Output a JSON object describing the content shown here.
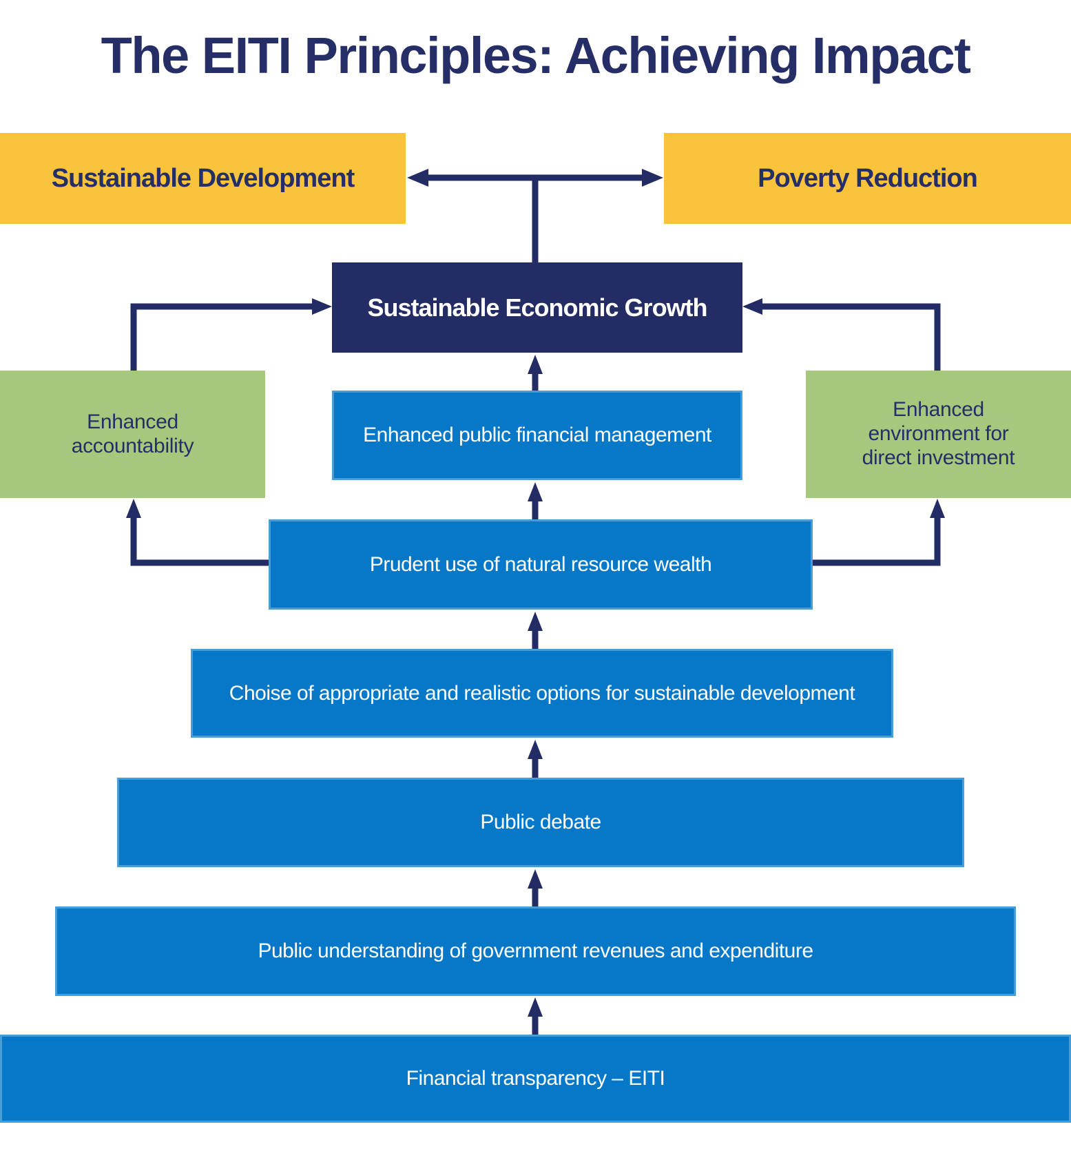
{
  "title": "The EITI Principles: Achieving Impact",
  "palette": {
    "navy": "#232c64",
    "blue": "#0778c8",
    "green": "#a6c87c",
    "yellow": "#f9c43b",
    "text_dark": "#252e66",
    "text_light": "#ffffff",
    "background": "#ffffff"
  },
  "boxes": {
    "sustainable_development": {
      "label": "Sustainable Development",
      "color": "#f9c43b"
    },
    "poverty_reduction": {
      "label": "Poverty Reduction",
      "color": "#f9c43b"
    },
    "economic_growth": {
      "label": "Sustainable Economic Growth",
      "color": "#232c64"
    },
    "accountability": {
      "label": "Enhanced accountability",
      "lines": [
        "Enhanced",
        "accountability"
      ],
      "color": "#a6c87c"
    },
    "environment": {
      "label": "Enhanced environment for direct investment",
      "lines": [
        "Enhanced",
        "environment for",
        "direct investment"
      ],
      "color": "#a6c87c"
    },
    "pfm": {
      "label": "Enhanced public financial management",
      "color": "#0778c8"
    },
    "prudent": {
      "label": "Prudent use of natural resource wealth",
      "color": "#0778c8"
    },
    "choice": {
      "label": "Choise of appropriate and realistic options for sustainable development",
      "color": "#0778c8"
    },
    "debate": {
      "label": "Public debate",
      "color": "#0778c8"
    },
    "understanding": {
      "label": "Public understanding of government revenues and expenditure",
      "color": "#0778c8"
    },
    "transparency": {
      "label": "Financial transparency – EITI",
      "color": "#0778c8"
    }
  }
}
